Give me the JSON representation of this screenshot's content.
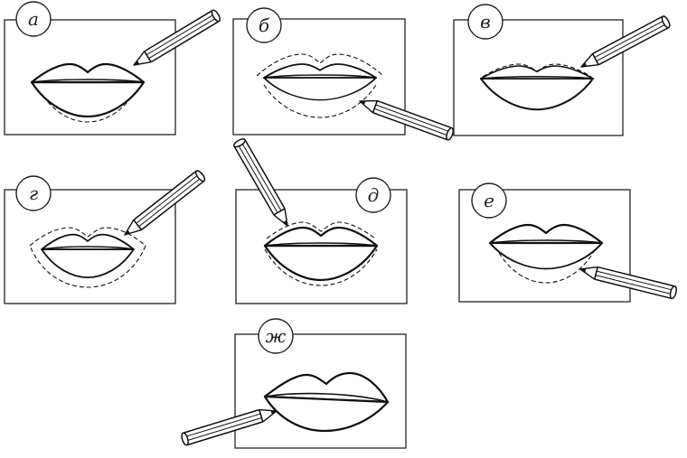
{
  "panels": [
    {
      "label": "а"
    },
    {
      "label": "б"
    },
    {
      "label": "в"
    },
    {
      "label": "г"
    },
    {
      "label": "д"
    },
    {
      "label": "е"
    },
    {
      "label": "ж"
    }
  ]
}
